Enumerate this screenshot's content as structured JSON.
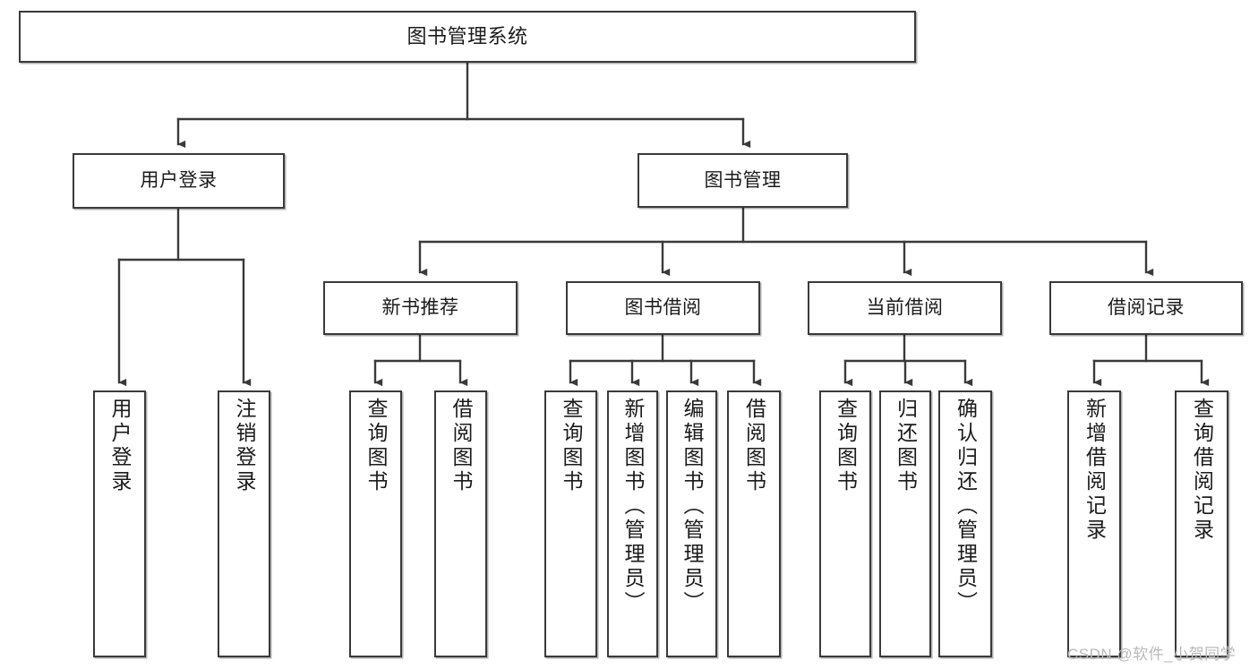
{
  "diagram": {
    "type": "tree-hierarchy",
    "orientation": "top-down",
    "root": {
      "label": "图书管理系统"
    },
    "level2": [
      {
        "label": "用户登录"
      },
      {
        "label": "图书管理"
      }
    ],
    "level3": [
      {
        "label": "新书推荐"
      },
      {
        "label": "图书借阅"
      },
      {
        "label": "当前借阅"
      },
      {
        "label": "借阅记录"
      }
    ],
    "leaves": {
      "user_login": [
        {
          "label": "用户登录"
        },
        {
          "label": "注销登录"
        }
      ],
      "new_book_recommend": [
        {
          "label": "查询图书"
        },
        {
          "label": "借阅图书"
        }
      ],
      "book_borrow": [
        {
          "label": "查询图书"
        },
        {
          "label": "新增图书（管理员）"
        },
        {
          "label": "编辑图书（管理员）"
        },
        {
          "label": "借阅图书"
        }
      ],
      "current_borrow": [
        {
          "label": "查询图书"
        },
        {
          "label": "归还图书"
        },
        {
          "label": "确认归还（管理员）"
        }
      ],
      "borrow_record": [
        {
          "label": "新增借阅记录"
        },
        {
          "label": "查询借阅记录"
        }
      ]
    }
  },
  "watermark": {
    "text": "CSDN @软件_小贺同学"
  },
  "colors": {
    "box_border": "#3a3a3a",
    "box_fill": "#ffffff",
    "connector": "#3a3a3a",
    "text": "#1b1b1b",
    "watermark": "#b9b9b9"
  }
}
